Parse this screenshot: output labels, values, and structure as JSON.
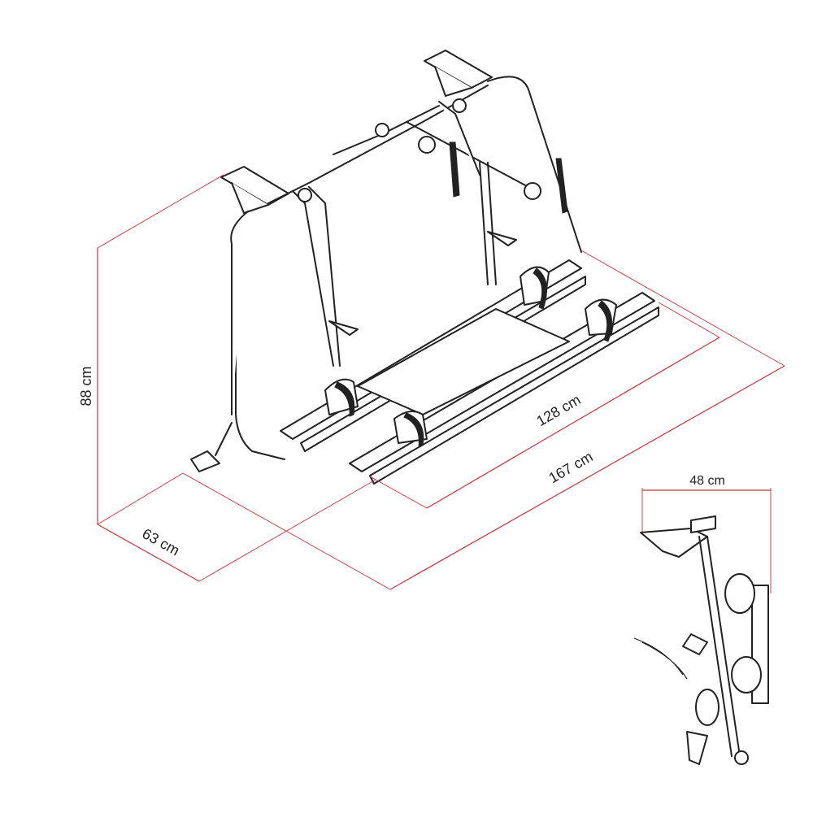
{
  "dimensions": {
    "height": "88 cm",
    "depth": "63 cm",
    "rail_length": "128 cm",
    "total_width": "167 cm",
    "folded_depth": "48 cm"
  },
  "colors": {
    "dimension_line": "#c8323c",
    "drawing": "#222222"
  }
}
